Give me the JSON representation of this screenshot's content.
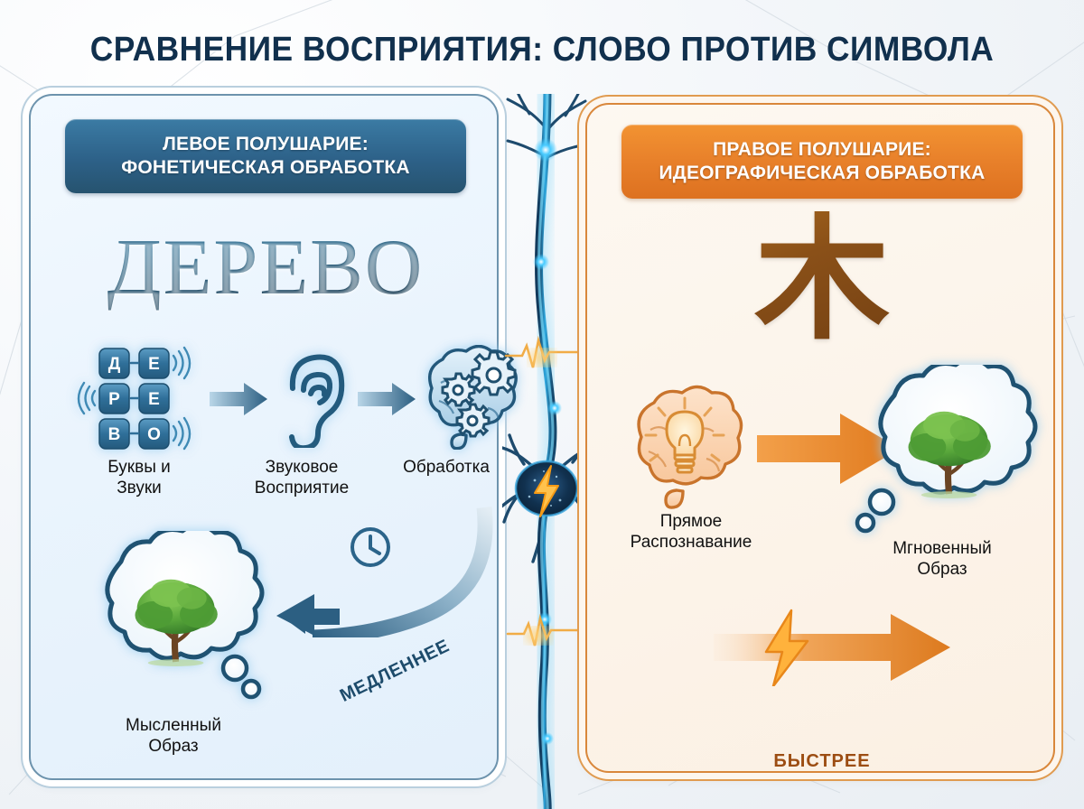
{
  "title": "СРАВНЕНИЕ ВОСПРИЯТИЯ: СЛОВО ПРОТИВ СИМВОЛА",
  "colors": {
    "title": "#11304d",
    "left_accent": "#2d6188",
    "right_accent": "#e8802a",
    "neuron_glow": "#3fb6e8",
    "bolt": "#f5a623",
    "tree_green": "#4f9c36",
    "glyph_brown": "#8a5018"
  },
  "left_panel": {
    "header_line1": "ЛЕВОЕ ПОЛУШАРИЕ:",
    "header_line2": "ФОНЕТИЧЕСКАЯ ОБРАБОТКА",
    "big_word": "ДЕРЕВО",
    "letter_tiles": [
      [
        "Д",
        "Е"
      ],
      [
        "Р",
        "Е"
      ],
      [
        "В",
        "О"
      ]
    ],
    "steps": [
      {
        "icon": "letter-tiles-icon",
        "label": "Буквы и\nЗвуки"
      },
      {
        "icon": "ear-icon",
        "label": "Звуковое\nВосприятие"
      },
      {
        "icon": "brain-gears-icon",
        "label": "Обработка"
      }
    ],
    "feedback": {
      "icon": "clock-icon",
      "arrow_label": "МЕДЛЕННЕЕ",
      "result_icon": "thought-bubble-tree-icon",
      "result_label": "Мысленный\nОбраз"
    }
  },
  "right_panel": {
    "header_line1": "ПРАВОЕ ПОЛУШАРИЕ:",
    "header_line2": "ИДЕОГРАФИЧЕСКАЯ ОБРАБОТКА",
    "big_glyph": "木",
    "steps": [
      {
        "icon": "brain-lightbulb-icon",
        "label": "Прямое\nРаспознавание"
      },
      {
        "icon": "thought-bubble-tree-icon",
        "label": "Мгновенный\nОбраз"
      }
    ],
    "speed": {
      "icon": "lightning-bolt-icon",
      "arrow_label": "БЫСТРЕЕ"
    }
  },
  "divider": {
    "icon": "neuron-icon",
    "pulse_icon": "ekg-pulse-icon",
    "bolt_icon": "lightning-bolt-icon"
  }
}
